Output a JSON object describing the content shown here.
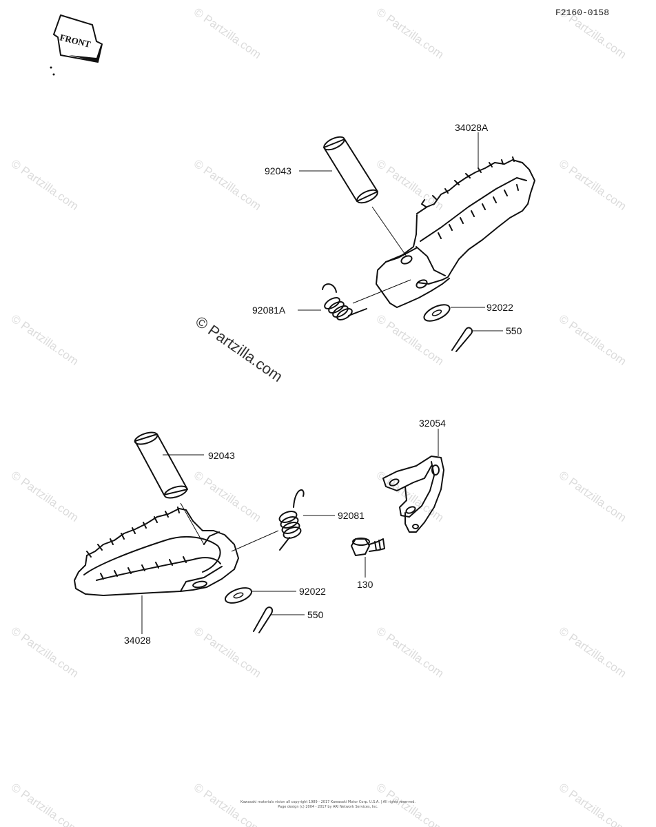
{
  "diagram_code": "F2160-0158",
  "front_tag": "FRONT",
  "watermark_text": "© Partzilla.com",
  "labels": {
    "upper_pin": "92043",
    "upper_footpeg": "34028A",
    "upper_spring": "92081A",
    "upper_washer": "92022",
    "upper_cotter": "550",
    "bracket": "32054",
    "lower_pin": "92043",
    "lower_spring": "92081",
    "bolt": "130",
    "lower_washer": "92022",
    "lower_cotter": "550",
    "lower_footpeg": "34028"
  },
  "copyright": {
    "line1": "Kawasaki materials vision all copyright 1989 - 2017 Kawasaki Motor Corp. U.S.A. | All rights reserved.",
    "line2": "Page design (c) 2004 - 2017 by ARI Network Services, Inc."
  }
}
